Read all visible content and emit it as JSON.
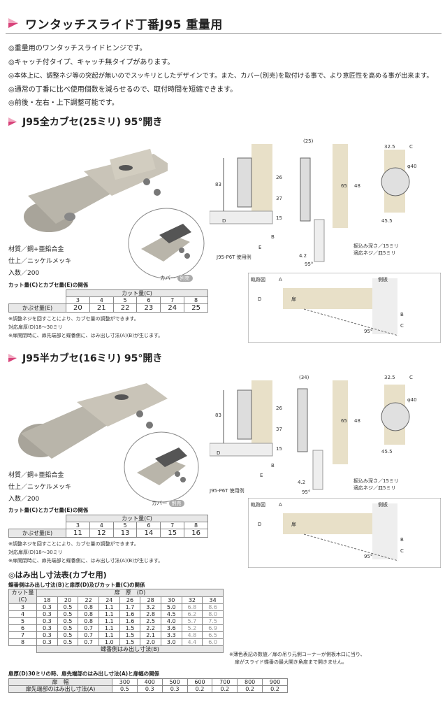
{
  "title": "ワンタッチスライド丁番J95 重量用",
  "features": [
    "◎重量用のワンタッチスライドヒンジです。",
    "◎キャッチ付タイプ、キャッチ無タイプがあります。",
    "◎本体上に、調整ネジ等の突起が無いのでスッキリとしたデザインです。また、カバー(別売)を取付ける事で、より意匠性を高める事が出来ます。",
    "◎通常の丁番に比べ使用個数を減らせるので、取付時間を短縮できます。",
    "◎前後・左右・上下調整可能です。"
  ],
  "colors": {
    "accent": "#d8437a",
    "dark": "#333333",
    "wood": "#e8e0c8"
  },
  "sections": [
    {
      "title": "J95全カブセ(25ミリ) 95°開き",
      "material": "材質／鋼+亜鉛合金",
      "finish": "仕上／ニッケルメッキ",
      "qty": "入数／200",
      "cover": "カバー",
      "cover_badge": "別売",
      "table_caption": "カット量(C)とカブセ量(E)の関係",
      "cut_label": "カット量(C)",
      "row_label": "かぶせ量(E)",
      "cuts": [
        "3",
        "4",
        "5",
        "6",
        "7",
        "8"
      ],
      "values": [
        "20",
        "21",
        "22",
        "23",
        "24",
        "25"
      ],
      "model_label": "J95-P6T 使用例",
      "side_dim": "(25)",
      "notes": [
        "※調整ネジを回すことにより、カブセ量の調整ができます。",
        "対応扉厚(D)18〜30ミリ",
        "※扉開閉時に、扉先端部と蝶番側に、はみ出し寸法(A)(B)が生じます。"
      ]
    },
    {
      "title": "J95半カブセ(16ミリ) 95°開き",
      "material": "材質／鋼+亜鉛合金",
      "finish": "仕上／ニッケルメッキ",
      "qty": "入数／200",
      "cover": "カバー",
      "cover_badge": "別売",
      "table_caption": "カット量(C)とカブセ量(E)の関係",
      "cut_label": "カット量(C)",
      "row_label": "かぶせ量(E)",
      "cuts": [
        "3",
        "4",
        "5",
        "6",
        "7",
        "8"
      ],
      "values": [
        "11",
        "12",
        "13",
        "14",
        "15",
        "16"
      ],
      "model_label": "J95-P6T 使用例",
      "side_dim": "(34)",
      "notes": [
        "※調整ネジを回すことにより、カブセ量の調整ができます。",
        "対応扉厚(D)18〜30ミリ",
        "※扉開閉時に、扉先端部と蝶番側に、はみ出し寸法(A)(B)が生じます。"
      ]
    }
  ],
  "dims": {
    "top": "32.5",
    "c": "C",
    "phi": "φ40",
    "h65": "65",
    "h48": "48",
    "w455": "45.5",
    "d83": "83",
    "d26": "26",
    "d37": "37",
    "d15": "15",
    "d42": "4.2",
    "deg95": "95°",
    "D": "D",
    "E": "E",
    "B": "B",
    "A": "A",
    "depth_note": "掘込み深さ／15ミリ",
    "screw_note": "適応ネジ／皿5ミリ",
    "track": "軌跡図",
    "door": "扉",
    "side": "側板"
  },
  "protrusion": {
    "heading": "◎はみ出し寸法表(カブセ用)",
    "caption1": "蝶番側はみ出し寸法(B)と扉厚(D)及びカット量(C)の関係",
    "cut_header": "カット量",
    "cut_unit": "(C)",
    "thick_header": "扉　厚　(D)",
    "thick": [
      "18",
      "20",
      "22",
      "24",
      "26",
      "28",
      "30",
      "32",
      "34"
    ],
    "rows": [
      {
        "c": "3",
        "v": [
          "0.3",
          "0.5",
          "0.8",
          "1.1",
          "1.7",
          "3.2",
          "5.0",
          "6.8",
          "8.6"
        ]
      },
      {
        "c": "4",
        "v": [
          "0.3",
          "0.5",
          "0.8",
          "1.1",
          "1.6",
          "2.8",
          "4.5",
          "6.2",
          "8.0"
        ]
      },
      {
        "c": "5",
        "v": [
          "0.3",
          "0.5",
          "0.8",
          "1.1",
          "1.6",
          "2.5",
          "4.0",
          "5.7",
          "7.5"
        ]
      },
      {
        "c": "6",
        "v": [
          "0.3",
          "0.5",
          "0.7",
          "1.1",
          "1.5",
          "2.2",
          "3.6",
          "5.2",
          "6.9"
        ]
      },
      {
        "c": "7",
        "v": [
          "0.3",
          "0.5",
          "0.7",
          "1.1",
          "1.5",
          "2.1",
          "3.3",
          "4.8",
          "6.5"
        ]
      },
      {
        "c": "8",
        "v": [
          "0.3",
          "0.5",
          "0.7",
          "1.0",
          "1.5",
          "2.0",
          "3.0",
          "4.4",
          "6.0"
        ]
      }
    ],
    "footer": "蝶番側はみ出し寸法(B)",
    "right_note1": "※薄色表記の数値／扉の吊り元側コーナーが側板木口に当り、",
    "right_note2": "扉がスライド蝶番の最大開き角度まで開きません。",
    "caption2": "扉厚(D)30ミリの時、扉先端部のはみ出し寸法(A)と扉幅の関係",
    "width_header": "扉　幅",
    "widths": [
      "300",
      "400",
      "500",
      "600",
      "700",
      "800",
      "900"
    ],
    "a_label": "扉先端部のはみ出し寸法(A)",
    "a_values": [
      "0.5",
      "0.3",
      "0.3",
      "0.2",
      "0.2",
      "0.2",
      "0.2"
    ]
  }
}
